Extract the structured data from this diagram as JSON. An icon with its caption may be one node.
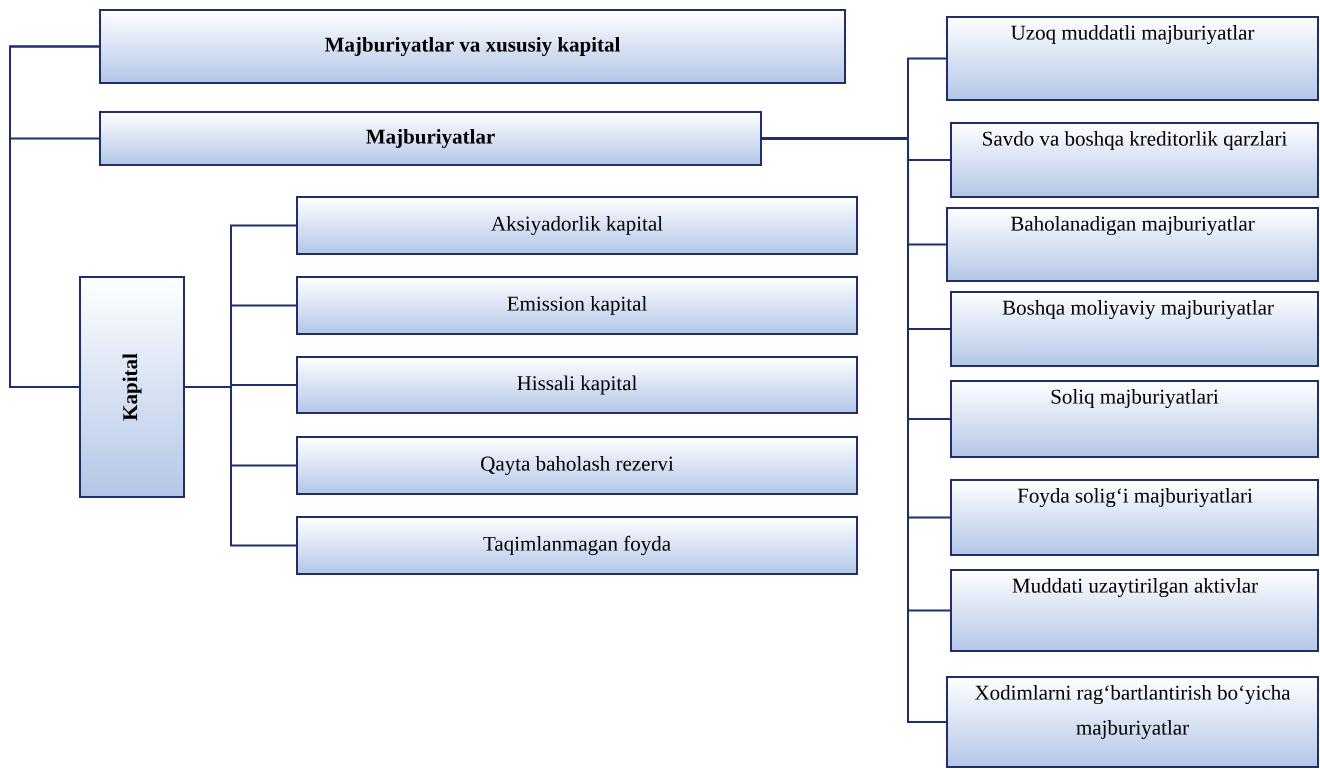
{
  "diagram": {
    "nodes": [
      {
        "text": [
          "Majburiyatlar va xususiy kapital"
        ]
      },
      {
        "text": [
          "Majburiyatlar"
        ]
      },
      {
        "text": [
          "Kapital"
        ]
      },
      {
        "text": [
          "Aksiyadorlik kapital"
        ]
      },
      {
        "text": [
          "Emission kapital"
        ]
      },
      {
        "text": [
          "Hissali kapital"
        ]
      },
      {
        "text": [
          "Qayta baholash rezervi"
        ]
      },
      {
        "text": [
          "Taqimlanmagan foyda"
        ]
      },
      {
        "text": [
          "Uzoq muddatli majburiyatlar"
        ]
      },
      {
        "text": [
          "Savdo va boshqa kreditorlik qarzlari"
        ]
      },
      {
        "text": [
          "Baholanadigan majburiyatlar"
        ]
      },
      {
        "text": [
          "Boshqa moliyaviy majburiyatlar"
        ]
      },
      {
        "text": [
          "Soliq majburiyatlari"
        ]
      },
      {
        "text": [
          "Foyda solig‘i majburiyatlari"
        ]
      },
      {
        "text": [
          "Muddati uzaytirilgan aktivlar"
        ]
      },
      {
        "text": [
          "Xodimlarni rag‘bartlantirish bo‘yicha majburiyatlar"
        ]
      }
    ],
    "edges": [
      {
        "from": 0,
        "to": 1,
        "arrow": "none"
      },
      {
        "from": 0,
        "to": 2,
        "arrow": "none"
      },
      {
        "from": 2,
        "to": 3,
        "arrow": "none"
      },
      {
        "from": 2,
        "to": 4,
        "arrow": "none"
      },
      {
        "from": 2,
        "to": 5,
        "arrow": "none"
      },
      {
        "from": 2,
        "to": 6,
        "arrow": "none"
      },
      {
        "from": 2,
        "to": 7,
        "arrow": "none"
      },
      {
        "from": 1,
        "to": 8,
        "arrow": "none"
      },
      {
        "from": 1,
        "to": 9,
        "arrow": "none"
      },
      {
        "from": 1,
        "to": 10,
        "arrow": "none"
      },
      {
        "from": 1,
        "to": 11,
        "arrow": "none"
      },
      {
        "from": 1,
        "to": 12,
        "arrow": "none"
      },
      {
        "from": 1,
        "to": 13,
        "arrow": "none"
      },
      {
        "from": 1,
        "to": 14,
        "arrow": "none"
      },
      {
        "from": 1,
        "to": 15,
        "arrow": "none"
      }
    ]
  }
}
